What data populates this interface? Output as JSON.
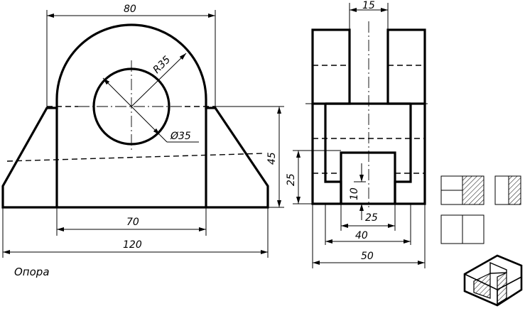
{
  "title": "Опора",
  "dimensions": {
    "front_top_width": "80",
    "radius": "R35",
    "hole_diameter": "Ø35",
    "height_45": "45",
    "inner_width": "70",
    "overall_width": "120",
    "side_top": "15",
    "side_25_vertical": "25",
    "side_10": "10",
    "side_25_slot": "25",
    "side_40": "40",
    "side_50": "50"
  },
  "colors": {
    "ink": "#000000",
    "background": "#ffffff"
  }
}
